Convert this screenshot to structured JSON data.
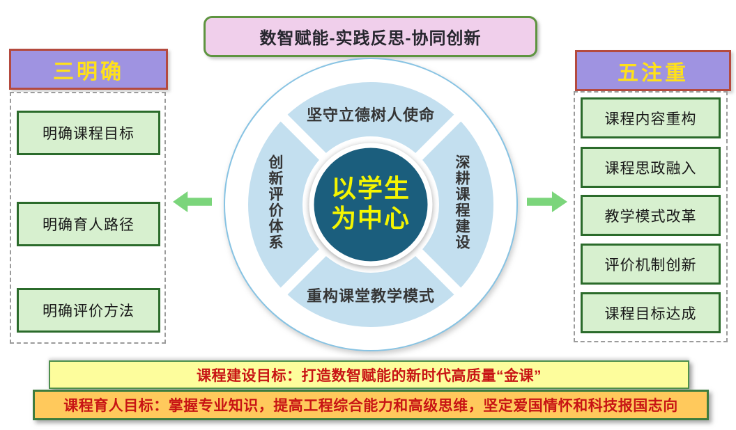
{
  "top_banner": {
    "label": "数智赋能-实践反思-协同创新"
  },
  "left_section": {
    "title": "三明确",
    "items": [
      "明确课程目标",
      "明确育人路径",
      "明确评价方法"
    ]
  },
  "right_section": {
    "title": "五注重",
    "items": [
      "课程内容重构",
      "课程思政融入",
      "教学模式改革",
      "评价机制创新",
      "课程目标达成"
    ]
  },
  "circle": {
    "center_line1": "以学生",
    "center_line2": "为中心",
    "top": "坚守立德树人使命",
    "right": "深耕课程建设",
    "bottom": "重构课堂教学模式",
    "left": "创新评价体系"
  },
  "bottom_banners": [
    {
      "text": "课程建设目标：打造数智赋能的新时代高质量“金课”"
    },
    {
      "text": "课程育人目标：掌握专业知识，提高工程综合能力和高级思维，坚定爱国情怀和科技报国志向"
    }
  ],
  "colors": {
    "pink_banner_bg": "#F0CFEB",
    "banner_border_green": "#5E9440",
    "header_purple": "#9F93E1",
    "header_border_red": "#B44A3E",
    "header_text_yellow": "#FFE11A",
    "green_box_bg": "#D7F0CF",
    "green_box_border": "#2B6B2B",
    "ring_blue": "#C3DFEF",
    "outer_circle_stroke": "#87C3E3",
    "center_circle_teal": "#1B5E7D",
    "center_text_yellow": "#F5F500",
    "arrow_green": "#7BD57B",
    "goal1_bg": "#FDFD9C",
    "goal2_bg": "#FFC95C",
    "goal_text_red": "#C81414"
  }
}
